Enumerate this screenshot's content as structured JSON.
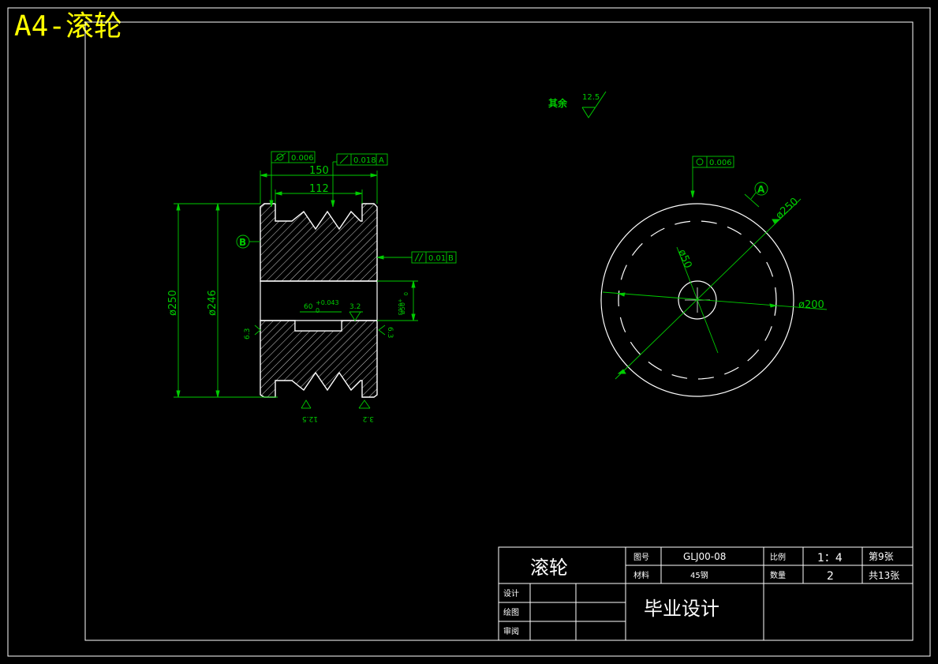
{
  "header": {
    "title": "A4-滚轮"
  },
  "roughness_note": {
    "label": "其余",
    "value": "12.5"
  },
  "front_view": {
    "dims": {
      "width_total": "150",
      "width_inner": "112",
      "dia_outer": "ø250",
      "dia_root": "ø246",
      "bore": "ø50",
      "bore_tol": "+0.03",
      "bore_tol_low": "0",
      "key_width": "60",
      "key_tol": "+0.043",
      "key_tol_low": "0"
    },
    "roughness": {
      "bore": "3.2",
      "left": "6.3",
      "right": "6.3",
      "bottom_left": "12.5",
      "bottom_right": "3.2"
    },
    "gdt": {
      "cylindricity": {
        "value": "0.006"
      },
      "runout": {
        "value": "0.018",
        "datum": "A"
      },
      "parallel": {
        "value": "0.01",
        "datum": "B"
      }
    },
    "datum_b": "B"
  },
  "side_view": {
    "dims": {
      "outer": "ø250",
      "bore": "ø50",
      "pcd": "ø200"
    },
    "gdt": {
      "circularity": {
        "value": "0.006"
      }
    },
    "datum_a": "A"
  },
  "title_block": {
    "part_name": "滚轮",
    "drawing_no_label": "图号",
    "drawing_no": "GLJ00-08",
    "scale_label": "比例",
    "scale": "1：4",
    "sheet": "第9张",
    "material_label": "材料",
    "material": "45钢",
    "qty_label": "数量",
    "qty": "2",
    "total_sheets": "共13张",
    "design_label": "设计",
    "draw_label": "绘图",
    "review_label": "审阅",
    "project": "毕业设计"
  },
  "colors": {
    "border": "#ffffff",
    "dimension": "#00cc00",
    "heading": "#ffff00",
    "object": "#ffffff"
  }
}
